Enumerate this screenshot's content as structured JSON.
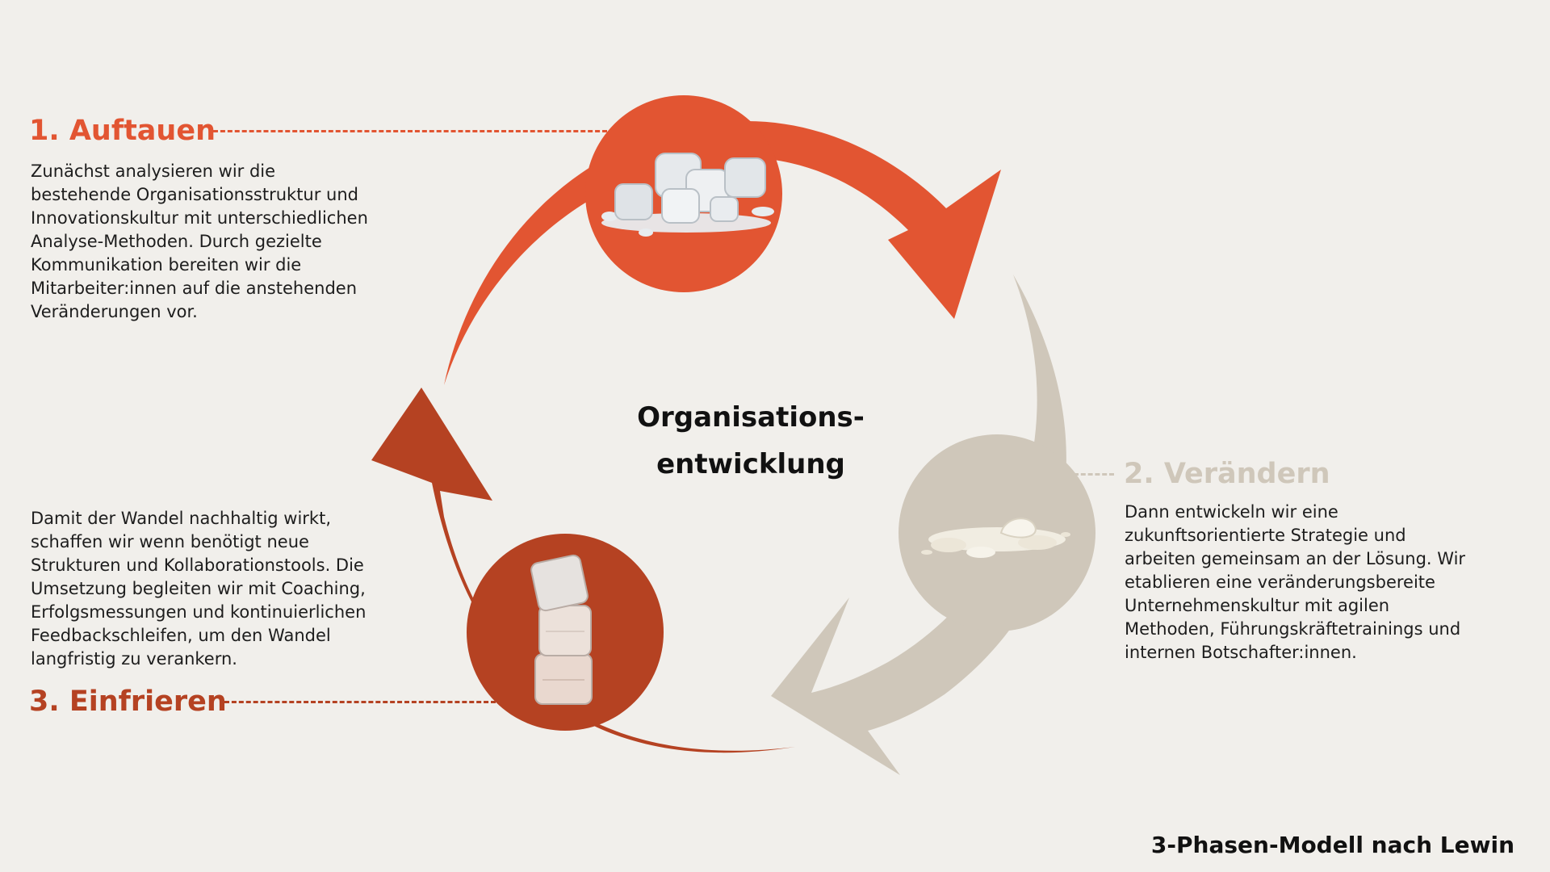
{
  "center_title": "Organisations-\nentwicklung",
  "footer": "3-Phasen-Modell nach Lewin",
  "colors": {
    "background": "#f1efeb",
    "unfreeze": "#e25532",
    "change": "#cfc7ba",
    "refreeze": "#b54222",
    "text": "#1d1d1d"
  },
  "phases": [
    {
      "title": "1. Auftauen",
      "text": "Zunächst analysieren wir die\nbestehende Organisationsstruktur und\nInnovationskultur mit unterschiedlichen\nAnalyse-Methoden. Durch gezielte\nKommunikation bereiten wir die\nMitarbeiter:innen auf die anstehenden\nVeränderungen vor.",
      "color": "#e25532",
      "icon": "melting-ice-cubes-icon"
    },
    {
      "title": "2. Verändern",
      "text": "Dann entwickeln wir eine\nzukunftsorientierte Strategie und\narbeiten gemeinsam an der Lösung. Wir\netablieren eine veränderungsbereite\nUnternehmenskultur mit agilen\nMethoden, Führungskräftetrainings und\ninternen Botschafter:innen.",
      "color": "#cfc7ba",
      "icon": "water-puddle-icon"
    },
    {
      "title": "3. Einfrieren",
      "text": "Damit der Wandel nachhaltig wirkt,\nschaffen wir wenn benötigt neue\nStrukturen und  Kollaborationstools. Die\nUmsetzung begleiten wir mit Coaching,\nErfolgsmessungen und kontinuierlichen\nFeedbackschleifen, um den Wandel\nlangfristig zu verankern.",
      "color": "#b54222",
      "icon": "stacked-ice-cubes-icon"
    }
  ]
}
